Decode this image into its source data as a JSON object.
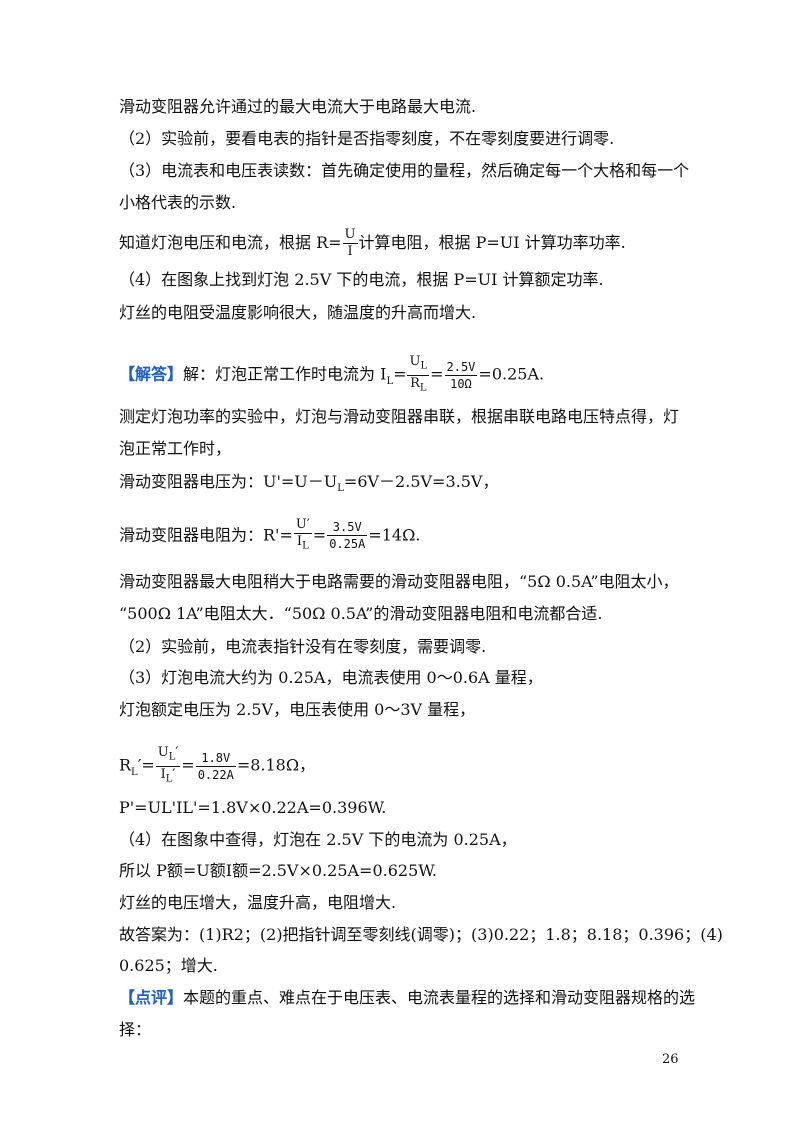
{
  "lines": [
    "滑动变阻器允许通过的最大电流大于电路最大电流.",
    "（2）实验前，要看电表的指针是否指零刻度，不在零刻度要进行调零.",
    "（3）电流表和电压表读数：首先确定使用的量程，然后确定每一个大格和每一个",
    "小格代表的示数.",
    "（4）在图象上找到灯泡 2.5V 下的电流，根据 P=UI 计算额定功率.",
    "灯丝的电阻受温度影响很大，随温度的升高而增大.",
    "测定灯泡功率的实验中，灯泡与滑动变阻器串联，根据串联电路电压特点得，灯",
    "泡正常工作时，",
    "滑动变阻器最大电阻稍大于电路需要的滑动变阻器电阻，“5Ω  0.5A”电阻太小，",
    "“500Ω  1A”电阻太大．“50Ω  0.5A”的滑动变阻器电阻和电流都合适.",
    "（2）实验前，电流表指针没有在零刻度，需要调零.",
    "（3）灯泡电流大约为 0.25A，电流表使用 0～0.6A 量程，",
    "灯泡额定电压为 2.5V，电压表使用 0～3V 量程，",
    "P'=UL'IL'=1.8V×0.22A=0.396W.",
    "（4）在图象中查得，灯泡在 2.5V 下的电流为 0.25A，",
    "所以 P额=U额I额=2.5V×0.25A=0.625W.",
    "灯丝的电压增大，温度升高，电阻增大.",
    "故答案为：(1)R2；(2)把指针调至零刻线(调零)；(3)0.22；1.8；8.18；0.396；(4)",
    "0.625；增大.",
    "本题的重点、难点在于电压表、电流表量程的选择和滑动变阻器规格的选",
    "择："
  ],
  "formula_line": {
    "pre": "知道灯泡电压和电流，根据 R=",
    "num": "U",
    "den": "I",
    "post": "计算电阻，根据 P=UI 计算功率功率."
  },
  "answer": {
    "tag": "【解答】",
    "pre": "解：灯泡正常工作时电流为 I",
    "sub": "L",
    "eq": "=",
    "num1": "U",
    "num1_sub": "L",
    "den1": "R",
    "den1_sub": "L",
    "num2": "2.5V",
    "den2": "10Ω",
    "post": "=0.25A."
  },
  "voltage_line": {
    "pre": "滑动变阻器电压为：U'=U－U",
    "sub": "L",
    "post": "=6V－2.5V=3.5V，"
  },
  "resistance_line": {
    "pre": "滑动变阻器电阻为：R'=",
    "num1": "U′",
    "den1": "I",
    "den1_sub": "L",
    "num2": "3.5V",
    "den2": "0.25A",
    "post": "=14Ω."
  },
  "rl_line": {
    "pre": "R",
    "pre_sub": "L",
    "pre2": "′=",
    "num1": "U",
    "num1_sub": "L",
    "num1_post": "′",
    "den1": "I",
    "den1_sub": "L",
    "den1_post": "′",
    "num2": "1.8V",
    "den2": "0.22A",
    "post": "=8.18Ω，"
  },
  "review_tag": "【点评】",
  "page_number": "26",
  "colors": {
    "tag": "#1f5fbf",
    "text": "#111111"
  }
}
